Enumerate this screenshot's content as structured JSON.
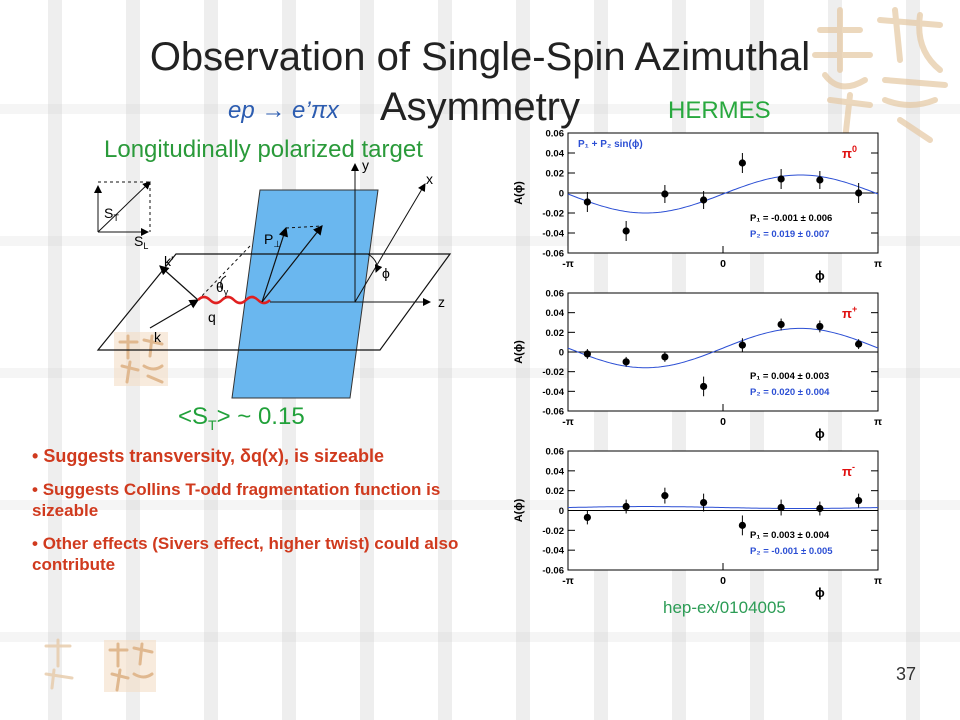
{
  "slide": {
    "title_line1": "Observation of Single-Spin Azimuthal",
    "title_line2": "Asymmetry",
    "reaction": "ep → e’πx",
    "experiment": "HERMES",
    "target_label": "Longitudinally polarized target",
    "st_label": "<S",
    "st_sub": "T",
    "st_value": "> ~ 0.15",
    "bullets": [
      "Suggests transversity, δq(x), is sizeable",
      "Suggests Collins T-odd fragmentation function is sizeable",
      "Other effects (Sivers effect, higher twist) could also contribute"
    ],
    "reference": "hep-ex/0104005",
    "page_number": "37",
    "colors": {
      "title": "#222222",
      "reaction": "#2c5cb0",
      "green": "#2a9a3a",
      "bullet": "#d03a1e",
      "plane": "#6ab7ef"
    }
  },
  "diagram": {
    "labels": {
      "y": "y",
      "x": "x",
      "z": "z",
      "s_t": "S",
      "s_t_sub": "T",
      "s_l": "S",
      "s_l_sub": "L",
      "k_prime": "k'",
      "k": "k",
      "q": "q",
      "theta": "θ",
      "theta_sub": "γ",
      "p_perp": "P",
      "p_perp_sub": "⊥",
      "phi": "ϕ"
    }
  },
  "chart_data": [
    {
      "type": "scatter",
      "fit_label": "P₁ + P₂ sin(ϕ)",
      "particle": "π",
      "particle_sup": "0",
      "ylabel": "A(ϕ)",
      "xlabel": "ϕ",
      "x_ticks": [
        "-π",
        "0",
        "π"
      ],
      "y_ticks": [
        "-0.06",
        "-0.04",
        "-0.02",
        "0",
        "0.02",
        "0.04",
        "0.06"
      ],
      "ylim": [
        -0.06,
        0.06
      ],
      "xlim": [
        -3.1416,
        3.1416
      ],
      "p1_text": "P₁ = -0.001 ± 0.006",
      "p2_text": "P₂ =  0.019 ± 0.007",
      "p1": -0.001,
      "p2": 0.019,
      "x": [
        -2.749,
        -1.963,
        -1.178,
        -0.393,
        0.393,
        1.178,
        1.963,
        2.749
      ],
      "y": [
        -0.009,
        -0.038,
        -0.001,
        -0.007,
        0.03,
        0.014,
        0.013,
        0.0
      ],
      "err": [
        0.01,
        0.01,
        0.009,
        0.009,
        0.01,
        0.01,
        0.009,
        0.01
      ]
    },
    {
      "type": "scatter",
      "particle": "π",
      "particle_sup": "+",
      "ylabel": "A(ϕ)",
      "xlabel": "ϕ",
      "x_ticks": [
        "-π",
        "0",
        "π"
      ],
      "y_ticks": [
        "-0.06",
        "-0.04",
        "-0.02",
        "0",
        "0.02",
        "0.04",
        "0.06"
      ],
      "ylim": [
        -0.06,
        0.06
      ],
      "xlim": [
        -3.1416,
        3.1416
      ],
      "p1_text": "P₁ = 0.004 ± 0.003",
      "p2_text": "P₂ = 0.020 ± 0.004",
      "p1": 0.004,
      "p2": 0.02,
      "x": [
        -2.749,
        -1.963,
        -1.178,
        -0.393,
        0.393,
        1.178,
        1.963,
        2.749
      ],
      "y": [
        -0.002,
        -0.01,
        -0.005,
        -0.035,
        0.007,
        0.028,
        0.026,
        0.008
      ],
      "err": [
        0.005,
        0.005,
        0.005,
        0.01,
        0.007,
        0.006,
        0.006,
        0.005
      ]
    },
    {
      "type": "scatter",
      "particle": "π",
      "particle_sup": "-",
      "ylabel": "A(ϕ)",
      "xlabel": "ϕ",
      "x_ticks": [
        "-π",
        "0",
        "π"
      ],
      "y_ticks": [
        "-0.06",
        "-0.04",
        "-0.02",
        "0",
        "0.02",
        "0.04",
        "0.06"
      ],
      "ylim": [
        -0.06,
        0.06
      ],
      "xlim": [
        -3.1416,
        3.1416
      ],
      "p1_text": "P₁ =  0.003 ± 0.004",
      "p2_text": "P₂ = -0.001 ± 0.005",
      "p1": 0.003,
      "p2": -0.001,
      "x": [
        -2.749,
        -1.963,
        -1.178,
        -0.393,
        0.393,
        1.178,
        1.963,
        2.749
      ],
      "y": [
        -0.007,
        0.004,
        0.015,
        0.008,
        -0.015,
        0.003,
        0.002,
        0.01
      ],
      "err": [
        0.007,
        0.007,
        0.008,
        0.009,
        0.01,
        0.008,
        0.007,
        0.007
      ]
    }
  ]
}
